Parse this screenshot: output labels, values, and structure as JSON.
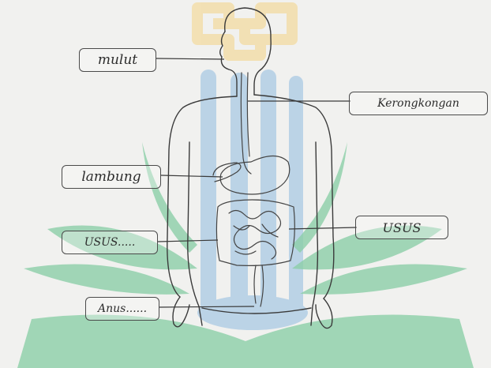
{
  "colors": {
    "background": "#f1f1ef",
    "watermark_yellow": "#f3dfae",
    "watermark_blue": "#a9c9e4",
    "watermark_green": "#8ccfa8",
    "ink": "#3a3a3a"
  },
  "labels": {
    "mulut": "mulut",
    "kerongkongan": "Kerongkongan",
    "lambung": "lambung",
    "usus_kiri": "USUS.....",
    "usus_kanan": "USUS",
    "anus": "Anus......"
  }
}
